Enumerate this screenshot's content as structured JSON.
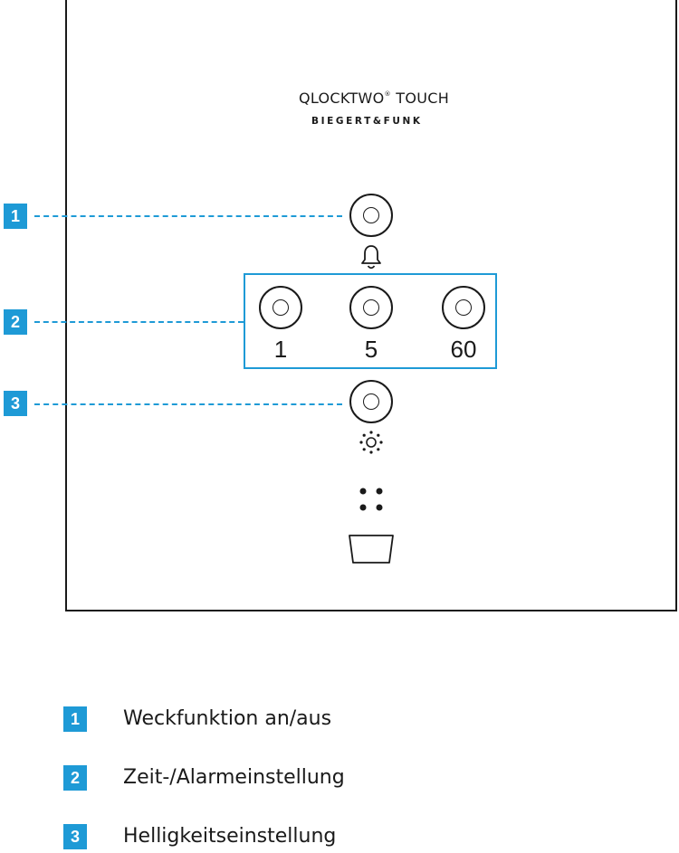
{
  "device": {
    "brand_title": "QLOCKTWO",
    "brand_title_mark": "®",
    "brand_title_suffix": " TOUCH",
    "brand_sub": "BIEGERT&FUNK"
  },
  "buttons": {
    "alarm_icon": "bell-icon",
    "time_labels": [
      "1",
      "5",
      "60"
    ],
    "brightness_icon": "sun-icon",
    "sensor_icon": "dots-icon",
    "port_icon": "usb-port-icon"
  },
  "callouts": [
    "1",
    "2",
    "3"
  ],
  "legend": [
    {
      "num": "1",
      "text": "Weckfunktion an/aus"
    },
    {
      "num": "2",
      "text": "Zeit-/Alarmeinstellung"
    },
    {
      "num": "3",
      "text": "Helligkeitseinstellung"
    }
  ],
  "colors": {
    "accent": "#1e9ad6",
    "line": "#1a1a1a"
  }
}
